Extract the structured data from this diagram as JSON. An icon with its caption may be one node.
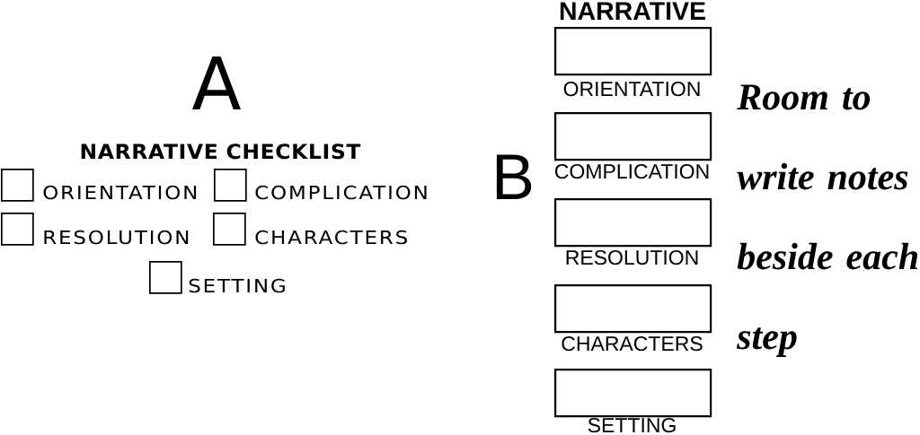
{
  "diagram": {
    "nodes": [
      {
        "text": [
          "ORIENTATION"
        ]
      },
      {
        "text": [
          "COMPLICATION"
        ]
      },
      {
        "text": [
          "RESOLUTION"
        ]
      },
      {
        "text": [
          "CHARACTERS"
        ]
      },
      {
        "text": [
          "SETTING"
        ]
      },
      {
        "text": [
          "ORIENTATION"
        ]
      },
      {
        "text": [
          "COMPLICATION"
        ]
      },
      {
        "text": [
          "RESOLUTION"
        ]
      },
      {
        "text": [
          "CHARACTERS"
        ]
      },
      {
        "text": [
          "SETTING"
        ]
      }
    ],
    "labels": [
      "A",
      "NARRATIVE CHECKLIST",
      "B",
      "NARRATIVE",
      "Room to write notes beside each step"
    ]
  }
}
